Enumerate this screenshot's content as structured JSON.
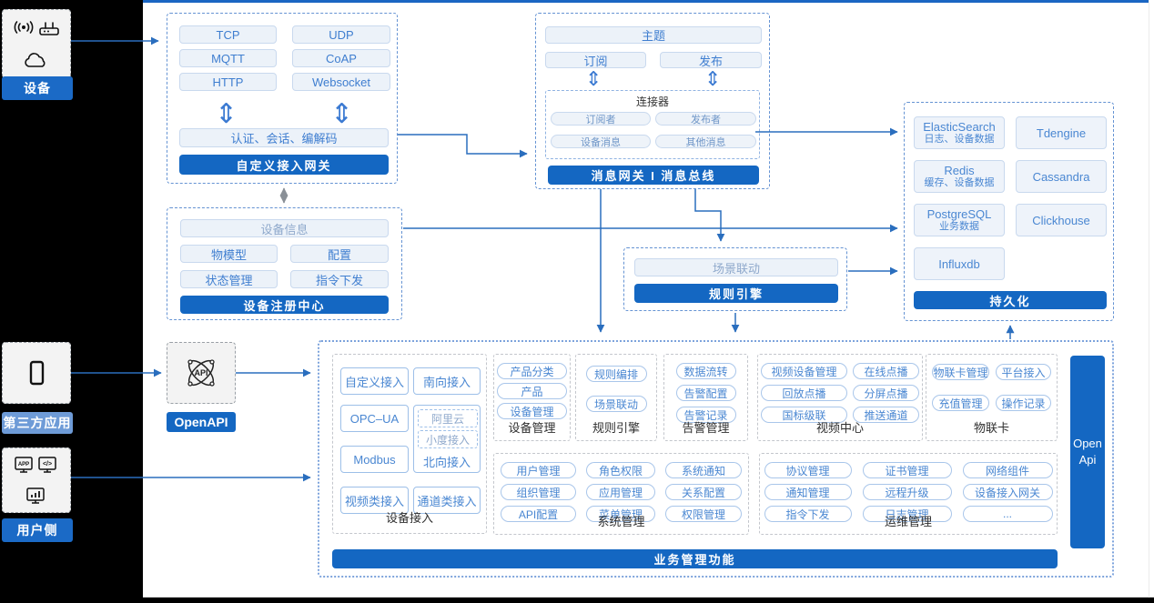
{
  "left_rail": {
    "device": {
      "label": "设备"
    },
    "third_party": {
      "label": "第三方应用"
    },
    "user_side": {
      "label": "用户侧"
    }
  },
  "open_api": {
    "label": "OpenAPI"
  },
  "gateway_box": {
    "protocols": [
      "TCP",
      "UDP",
      "MQTT",
      "CoAP",
      "HTTP",
      "Websocket"
    ],
    "session_layer": "认证、会话、编解码",
    "banner": "自定义接入网关"
  },
  "registry_box": {
    "device_info": "设备信息",
    "cells": [
      "物模型",
      "配置",
      "状态管理",
      "指令下发"
    ],
    "banner": "设备注册中心"
  },
  "message_box": {
    "topic": "主题",
    "subscribe": "订阅",
    "publish": "发布",
    "connector": {
      "title": "连接器",
      "cells": [
        "订阅者",
        "发布者",
        "设备消息",
        "其他消息"
      ]
    },
    "banner": "消息网关 I 消息总线"
  },
  "rules_box": {
    "cell": "场景联动",
    "banner": "规则引擎"
  },
  "persistence_box": {
    "stores": [
      {
        "name": "ElasticSearch",
        "desc": "日志、设备数据"
      },
      {
        "name": "Tdengine",
        "desc": ""
      },
      {
        "name": "Redis",
        "desc": "缓存、设备数据"
      },
      {
        "name": "Cassandra",
        "desc": ""
      },
      {
        "name": "PostgreSQL",
        "desc": "业务数据"
      },
      {
        "name": "Clickhouse",
        "desc": ""
      },
      {
        "name": "Influxdb",
        "desc": ""
      }
    ],
    "banner": "持久化"
  },
  "business_box": {
    "device_access": {
      "caption": "设备接入",
      "col1": [
        "自定义接入",
        "OPC–UA",
        "Modbus",
        "视频类接入"
      ],
      "col2_top": "南向接入",
      "north": {
        "sub": [
          "阿里云",
          "小度接入"
        ],
        "label": "北向接入"
      },
      "col2_bottom": "通道类接入"
    },
    "sections": {
      "device_mgmt": {
        "caption": "设备管理",
        "items": [
          "产品分类",
          "产品",
          "设备管理"
        ]
      },
      "rule_engine": {
        "caption": "规则引擎",
        "items": [
          "规则编排",
          "场景联动"
        ]
      },
      "alarm": {
        "caption": "告警管理",
        "items": [
          "数据流转",
          "告警配置",
          "告警记录"
        ]
      },
      "video": {
        "caption": "视频中心",
        "items": [
          "视频设备管理",
          "在线点播",
          "回放点播",
          "分屏点播",
          "国标级联",
          "推送通道"
        ]
      },
      "iot_card": {
        "caption": "物联卡",
        "items": [
          "物联卡管理",
          "平台接入",
          "充值管理",
          "操作记录"
        ]
      },
      "system": {
        "caption": "系统管理",
        "items": [
          "用户管理",
          "角色权限",
          "系统通知",
          "组织管理",
          "应用管理",
          "关系配置",
          "API配置",
          "菜单管理",
          "权限管理"
        ]
      },
      "ops": {
        "caption": "运维管理",
        "items": [
          "协议管理",
          "证书管理",
          "网络组件",
          "通知管理",
          "远程升级",
          "设备接入网关",
          "指令下发",
          "日志管理",
          "..."
        ]
      }
    },
    "open_api_bar": {
      "line1": "Open",
      "line2": "Api"
    },
    "banner": "业务管理功能"
  },
  "icons": {
    "up_down_arrow": "⇕"
  },
  "colors": {
    "accent_blue": "#1467c2",
    "line_blue": "#2a6ebe",
    "text_blue": "#4a87d2",
    "label_blue": "#1b6ac6"
  }
}
